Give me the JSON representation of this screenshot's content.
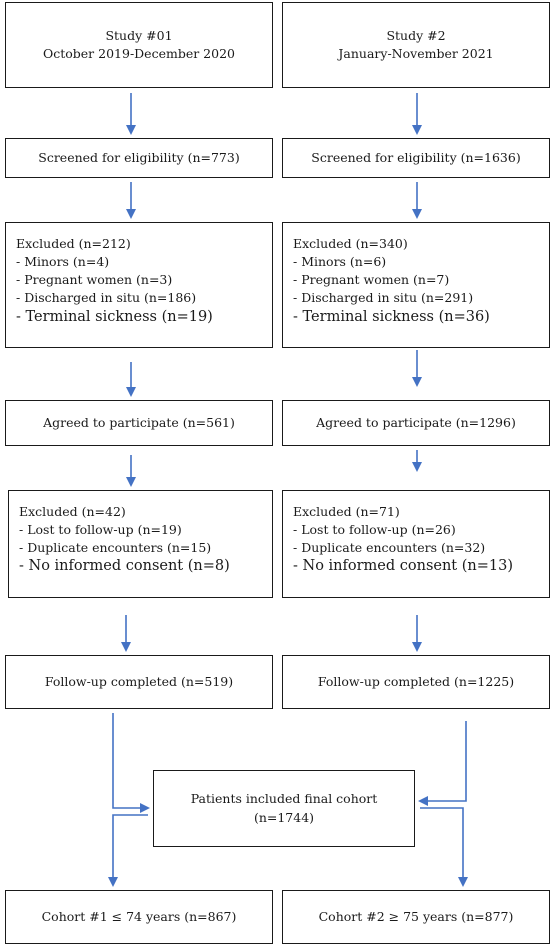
{
  "study1": {
    "title": "Study #01",
    "period": "October 2019-December 2020",
    "screened": "Screened for eligibility (n=773)",
    "excluded1": [
      "Excluded (n=212)",
      "- Minors (n=4)",
      "- Pregnant women (n=3)",
      "- Discharged in situ (n=186)",
      "- Terminal sickness (n=19)"
    ],
    "agreed": "Agreed to participate (n=561)",
    "excluded2": [
      "Excluded (n=42)",
      "- Lost to follow-up (n=19)",
      "- Duplicate encounters (n=15)",
      "- No informed consent (n=8)"
    ],
    "followup": "Follow-up completed (n=519)"
  },
  "study2": {
    "title": "Study #2",
    "period": "January-November 2021",
    "screened": "Screened for eligibility (n=1636)",
    "excluded1": [
      "Excluded (n=340)",
      "- Minors (n=6)",
      "- Pregnant women (n=7)",
      "- Discharged in situ (n=291)",
      "- Terminal sickness (n=36)"
    ],
    "agreed": "Agreed to participate (n=1296)",
    "excluded2": [
      "Excluded (n=71)",
      "- Lost to follow-up (n=26)",
      "- Duplicate encounters (n=32)",
      "- No informed consent (n=13)"
    ],
    "followup": "Follow-up completed (n=1225)"
  },
  "final": {
    "line1": "Patients included final cohort",
    "line2": "(n=1744)"
  },
  "cohort1": "Cohort #1 ≤ 74 years (n=867)",
  "cohort2": "Cohort #2 ≥ 75 years (n=877)",
  "colors": {
    "arrow": "#4472c4",
    "border": "#1a1a1a",
    "text": "#1a1a1a"
  }
}
